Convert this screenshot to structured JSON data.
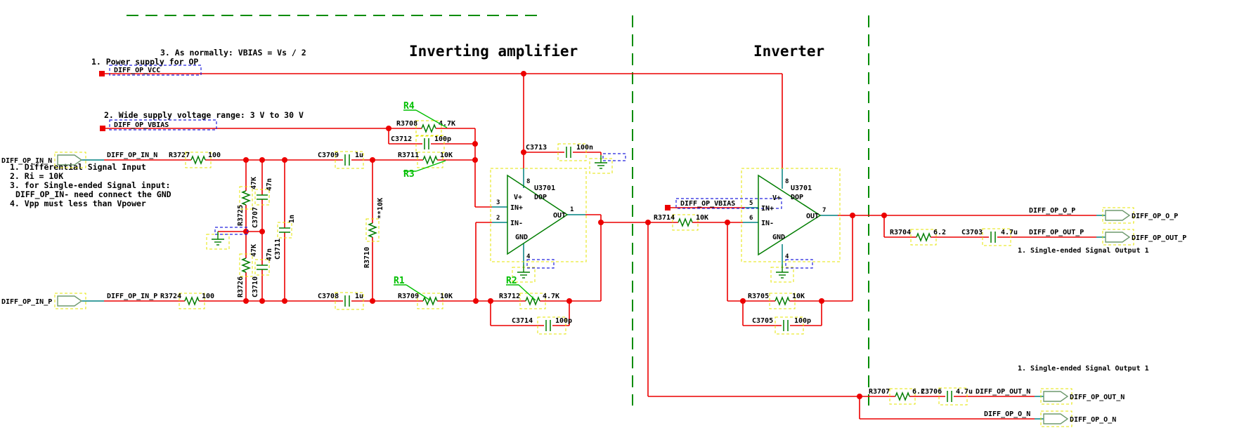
{
  "titles": {
    "inverting_amplifier": "Inverting amplifier",
    "inverter": "Inverter"
  },
  "annotations": {
    "vbias_rule": "3. As normally: VBIAS = Vs / 2",
    "power_supply": "1. Power supply for OP",
    "supply_range": "2. Wide supply voltage range: 3 V to 30 V",
    "input_notes": [
      "1. Differential Signal Input",
      "2. Ri = 10K",
      "3. for Single-ended Signal input:",
      "   DIFF_OP_IN- need connect the GND",
      "4. Vpp must less than Vpower"
    ],
    "output_note_p": "1. Single-ended Signal Output 1",
    "output_note_n": "1. Single-ended Signal Output 1"
  },
  "net_labels": {
    "vcc": "DIFF_OP_VCC",
    "vbias": "DIFF_OP_VBIAS",
    "vbias2": "DIFF_OP_VBIAS",
    "in_n": "DIFF_OP_IN_N",
    "in_p": "DIFF_OP_IN_P",
    "o_p": "DIFF_OP_O_P",
    "out_p": "DIFF_OP_OUT_P",
    "out_n": "DIFF_OP_OUT_N",
    "o_n": "DIFF_OP_O_N"
  },
  "ports": {
    "in_n": "DIFF_OP_IN_N",
    "in_p": "DIFF_OP_IN_P",
    "o_p": "DIFF_OP_O_P",
    "out_p": "DIFF_OP_OUT_P",
    "out_n": "DIFF_OP_OUT_N",
    "o_n": "DIFF_OP_O_N"
  },
  "components": {
    "r3727": {
      "ref": "R3727",
      "value": "100"
    },
    "r3724": {
      "ref": "R3724",
      "value": "100"
    },
    "r3725": {
      "ref": "R3725",
      "value": "47K"
    },
    "r3726": {
      "ref": "R3726",
      "value": "47K"
    },
    "c3707": {
      "ref": "C3707",
      "value": "47n"
    },
    "c3710": {
      "ref": "C3710",
      "value": "47n"
    },
    "c3711": {
      "ref": "C3711",
      "value": "1n"
    },
    "c3709": {
      "ref": "C3709",
      "value": "1u"
    },
    "c3708": {
      "ref": "C3708",
      "value": "1u"
    },
    "r3710": {
      "ref": "R3710",
      "value": "**10K"
    },
    "r3711": {
      "ref": "R3711",
      "value": "10K"
    },
    "r3709": {
      "ref": "R3709",
      "value": "10K"
    },
    "r3708": {
      "ref": "R3708",
      "value": "4.7K"
    },
    "c3712": {
      "ref": "C3712",
      "value": "100p"
    },
    "r3712": {
      "ref": "R3712",
      "value": "4.7K"
    },
    "c3714": {
      "ref": "C3714",
      "value": "100p"
    },
    "c3713": {
      "ref": "C3713",
      "value": "100n"
    },
    "r3714": {
      "ref": "R3714",
      "value": "10K"
    },
    "r3705": {
      "ref": "R3705",
      "value": "10K"
    },
    "c3705": {
      "ref": "C3705",
      "value": "100p"
    },
    "r3704": {
      "ref": "R3704",
      "value": "6.2"
    },
    "c3703": {
      "ref": "C3703",
      "value": "4.7u"
    },
    "r3707": {
      "ref": "R3707",
      "value": "6.2"
    },
    "c3706": {
      "ref": "C3706",
      "value": "4.7u"
    }
  },
  "opamps": {
    "u1": {
      "ref": "U3701",
      "part": "DOP",
      "pins": {
        "vplus": "8",
        "inp": "3",
        "inn": "2",
        "out": "1",
        "gnd": "4"
      },
      "pin_names": {
        "vplus": "V+",
        "inp": "IN+",
        "inn": "IN-",
        "out": "OUT",
        "gnd": "GND"
      }
    },
    "u2": {
      "ref": "U3701",
      "part": "DOP",
      "pins": {
        "vplus": "8",
        "inp": "5",
        "inn": "6",
        "out": "7",
        "gnd": "4"
      },
      "pin_names": {
        "vplus": "V+",
        "inp": "IN+",
        "inn": "IN-",
        "out": "OUT",
        "gnd": "GND"
      }
    }
  },
  "variant_labels": {
    "r1": "R1",
    "r2": "R2",
    "r3": "R3",
    "r4": "R4"
  }
}
